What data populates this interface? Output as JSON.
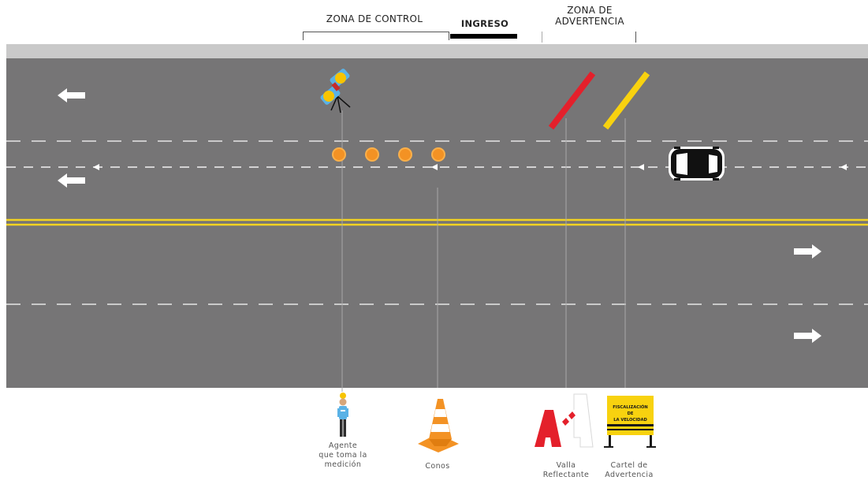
{
  "zones": {
    "control": "ZONA DE CONTROL",
    "ingreso": "INGRESO",
    "advertencia_line1": "ZONA DE",
    "advertencia_line2": "ADVERTENCIA"
  },
  "legend": {
    "agente": "Agente\nque toma la\nmedición",
    "conos": "Conos",
    "valla": "Valla\nReflectante",
    "cartel": "Cartel de\nAdvertencia"
  },
  "sign_text": {
    "line1": "FISCALIZACIÓN",
    "line2": "DE",
    "line3": "LA VELOCIDAD"
  },
  "colors": {
    "road": "#767576",
    "shoulder": "#c9c9c9",
    "center_line": "#f2d321",
    "cone": "#f39224",
    "barrier_red": "#e4202b",
    "barrier_yellow": "#f8d20f"
  }
}
